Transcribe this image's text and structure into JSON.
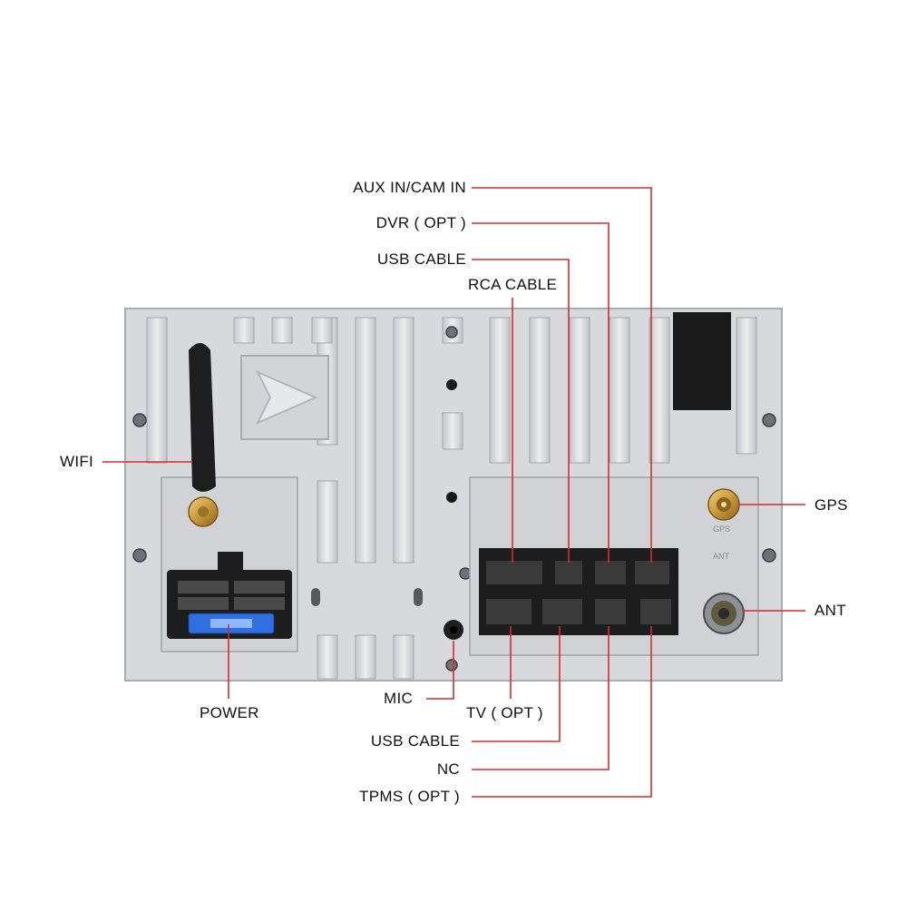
{
  "labels": {
    "aux_in_cam_in": "AUX  IN/CAM  IN",
    "dvr_opt": "DVR ( OPT )",
    "usb_cable_top": "USB  CABLE",
    "rca_cable": "RCA CABLE",
    "wifi": "WIFI",
    "gps": "GPS",
    "ant": "ANT",
    "power": "POWER",
    "mic": "MIC",
    "tv_opt": "TV ( OPT )",
    "usb_cable_bottom": "USB  CABLE",
    "nc": "NC",
    "tpms_opt": "TPMS ( OPT )"
  },
  "panel_marks": {
    "gps_port_text": "GPS",
    "ant_port_text": "ANT"
  },
  "colors": {
    "leader_line": "#d92b2b",
    "chassis": "#d7d9dc",
    "chassis_dark": "#b9bcc0",
    "connector": "#1d1d1d",
    "fuse": "#2f6fe0",
    "brass": "#c99a3b"
  }
}
